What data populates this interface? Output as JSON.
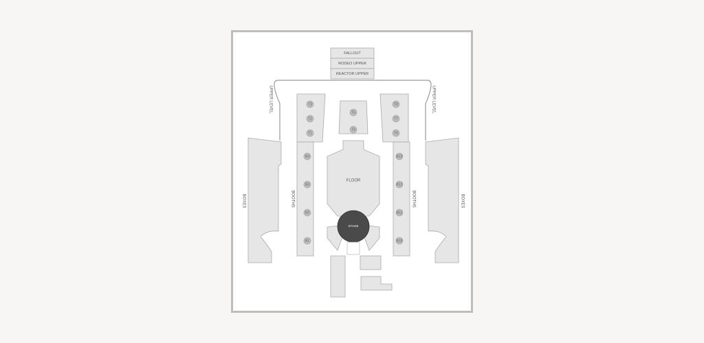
{
  "map": {
    "top_sections": [
      "FALLOUT",
      "RODEO UPPER",
      "REACTOR UPPER"
    ],
    "upper_level_left": "UPPER LEVEL",
    "upper_level_right": "UPPER LEVEL",
    "boxes_left": "BOXES",
    "boxes_right": "BOXES",
    "booths_left": "BOOTHS",
    "booths_right": "BOOTHS",
    "floor": "FLOOR",
    "stage": "STAGE",
    "tables_left": [
      "T3",
      "T2",
      "T1"
    ],
    "tables_center": [
      "T5",
      "T4"
    ],
    "tables_right": [
      "T8",
      "T7",
      "T6"
    ],
    "booths_left_seats": [
      "B4",
      "B3",
      "B2",
      "B1"
    ],
    "booths_right_seats": [
      "B13",
      "B12",
      "B11",
      "B10"
    ]
  },
  "colors": {
    "section_fill": "#e6e6e6",
    "section_stroke": "#a9a9a9",
    "stage_fill": "#4a4a4a",
    "frame_border": "#bdbdbd",
    "page_background": "#f7f6f4"
  }
}
